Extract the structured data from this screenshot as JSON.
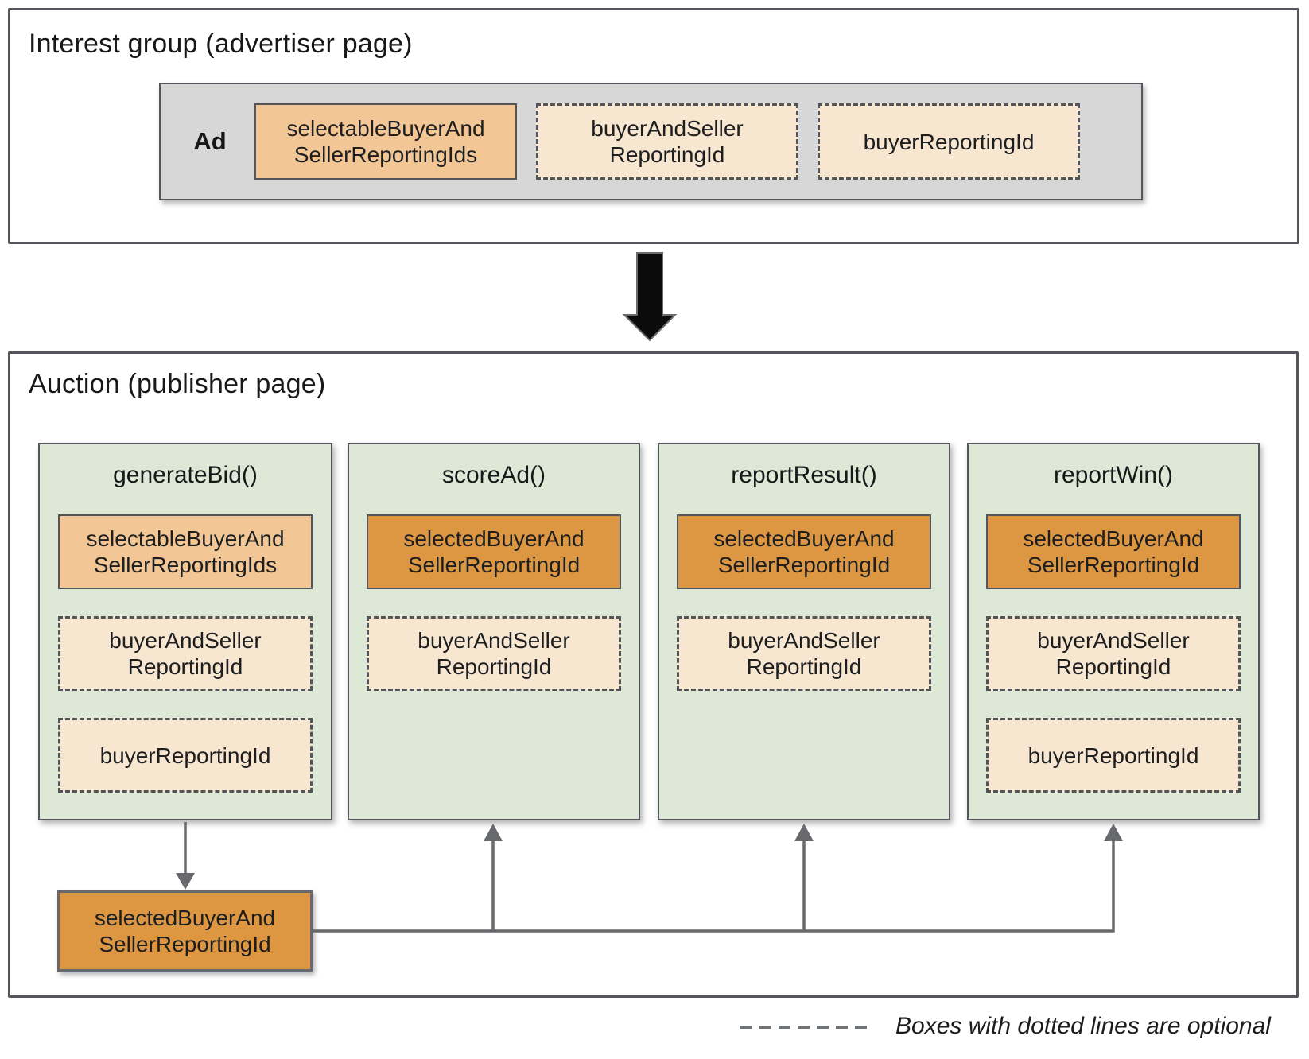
{
  "palette": {
    "required_tan": "#f2c795",
    "optional_cream": "#f7e7d1",
    "selected_orange": "#dd9743",
    "function_green": "#dde9d6",
    "ad_gray": "#d7d7d8",
    "border_dark": "#55565b",
    "flow_gray": "#67696c",
    "arrow_black": "#0b0b0b"
  },
  "interest_group": {
    "title": "Interest group (advertiser page)",
    "ad_label": "Ad",
    "items": [
      {
        "line1": "selectableBuyerAnd",
        "line2": "SellerReportingIds",
        "variant": "solid-tan"
      },
      {
        "line1": "buyerAndSeller",
        "line2": "ReportingId",
        "variant": "dashed-optional"
      },
      {
        "line1": "buyerReportingId",
        "line2": "",
        "variant": "dashed-optional"
      }
    ]
  },
  "auction": {
    "title": "Auction (publisher page)",
    "columns": [
      {
        "title": "generateBid()",
        "items": [
          {
            "line1": "selectableBuyerAnd",
            "line2": "SellerReportingIds",
            "variant": "solid-tan"
          },
          {
            "line1": "buyerAndSeller",
            "line2": "ReportingId",
            "variant": "dashed-optional"
          },
          {
            "line1": "buyerReportingId",
            "line2": "",
            "variant": "dashed-optional"
          }
        ]
      },
      {
        "title": "scoreAd()",
        "items": [
          {
            "line1": "selectedBuyerAnd",
            "line2": "SellerReportingId",
            "variant": "solid-orange"
          },
          {
            "line1": "buyerAndSeller",
            "line2": "ReportingId",
            "variant": "dashed-optional"
          }
        ]
      },
      {
        "title": "reportResult()",
        "items": [
          {
            "line1": "selectedBuyerAnd",
            "line2": "SellerReportingId",
            "variant": "solid-orange"
          },
          {
            "line1": "buyerAndSeller",
            "line2": "ReportingId",
            "variant": "dashed-optional"
          }
        ]
      },
      {
        "title": "reportWin()",
        "items": [
          {
            "line1": "selectedBuyerAnd",
            "line2": "SellerReportingId",
            "variant": "solid-orange"
          },
          {
            "line1": "buyerAndSeller",
            "line2": "ReportingId",
            "variant": "dashed-optional"
          },
          {
            "line1": "buyerReportingId",
            "line2": "",
            "variant": "dashed-optional"
          }
        ]
      }
    ],
    "result_box": {
      "line1": "selectedBuyerAnd",
      "line2": "SellerReportingId"
    }
  },
  "legend": {
    "text": "Boxes with dotted lines are optional"
  }
}
